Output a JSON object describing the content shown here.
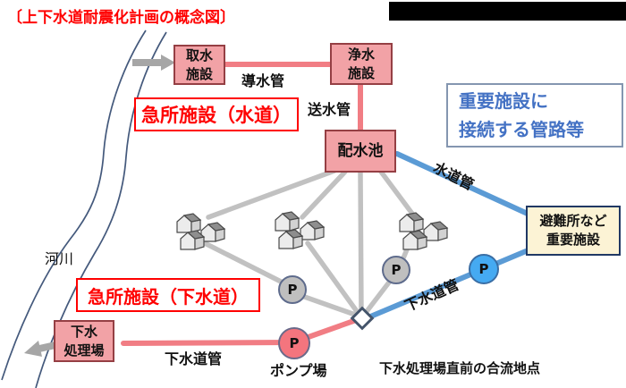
{
  "title": "〔上下水道耐震化計画の概念図〕",
  "facilities": {
    "intake": "取水\n施設",
    "purification": "浄水\n施設",
    "reservoir": "配水池",
    "sewage_plant": "下水\n処理場",
    "shelter": "避難所など\n重要施設"
  },
  "callouts": {
    "kyusho_water": "急所施設（水道）",
    "kyusho_sewer": "急所施設（下水道）",
    "important_pipes": "重要施設に\n接続する管路等"
  },
  "pipes": {
    "conveyance": "導水管",
    "transmission": "送水管",
    "water_main": "水道管",
    "sewer_main_upper": "下水道管",
    "sewer_main_lower": "下水道管"
  },
  "labels": {
    "river": "河川",
    "pump_station": "ポンプ場",
    "confluence": "下水処理場直前の合流地点",
    "pump_symbol": "P"
  },
  "colors": {
    "accent_red": "#ff0000",
    "facility_fill": "#f2a2a6",
    "facility_border": "#953f44",
    "water_pipe_pink": "#f17d84",
    "distribution_gray": "#c1c1c1",
    "important_blue": "#5b9bd5",
    "callout_blue_text": "#4472c4",
    "shelter_fill": "#fcf3d5",
    "shelter_border": "#203864",
    "river_blue": "#44597c",
    "arrow_gray": "#a6a6a6"
  }
}
